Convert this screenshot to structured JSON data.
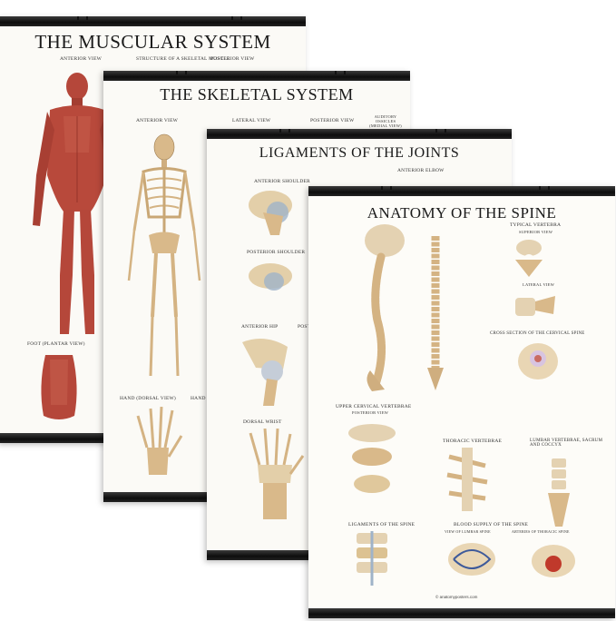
{
  "posters": {
    "muscular": {
      "title": "THE MUSCULAR SYSTEM",
      "views": [
        "ANTERIOR VIEW",
        "STRUCTURE OF A SKELETAL MUSCLE",
        "POSTERIOR VIEW"
      ],
      "foot": "FOOT (PLANTAR VIEW)"
    },
    "skeletal": {
      "title": "THE SKELETAL SYSTEM",
      "views": [
        "ANTERIOR VIEW",
        "LATERAL VIEW",
        "POSTERIOR VIEW",
        "AUDITORY OSSICLES (MEDIAL VIEW)"
      ],
      "hand": "HAND (DORSAL VIEW)",
      "hand2": "HAND"
    },
    "ligaments": {
      "title": "LIGAMENTS OF THE JOINTS",
      "sections": [
        "ANTERIOR SHOULDER",
        "ANTERIOR ELBOW",
        "POSTERIOR SHOULDER",
        "ANTERIOR HIP",
        "POST",
        "DORSAL WRIST"
      ]
    },
    "spine": {
      "title": "ANATOMY OF THE SPINE",
      "sections": [
        "TYPICAL VERTEBRA",
        "SUPERIOR VIEW",
        "LATERAL VIEW",
        "CROSS SECTION OF THE CERVICAL SPINE",
        "UPPER CERVICAL VERTEBRAE",
        "POSTERIOR VIEW",
        "THORACIC VERTEBRAE",
        "LUMBAR VERTEBRAE, SACRUM AND COCCYX",
        "LIGAMENTS OF THE SPINE",
        "BLOOD SUPPLY OF THE SPINE",
        "VIEW OF LUMBAR SPINE",
        "ARTERIES OF THORACIC SPINE"
      ],
      "credit": "© anatomyposters.com"
    }
  },
  "colors": {
    "muscle": "#b5473a",
    "bone": "#d9b98a",
    "rail": "#111111",
    "paper": "#fbfaf6"
  }
}
